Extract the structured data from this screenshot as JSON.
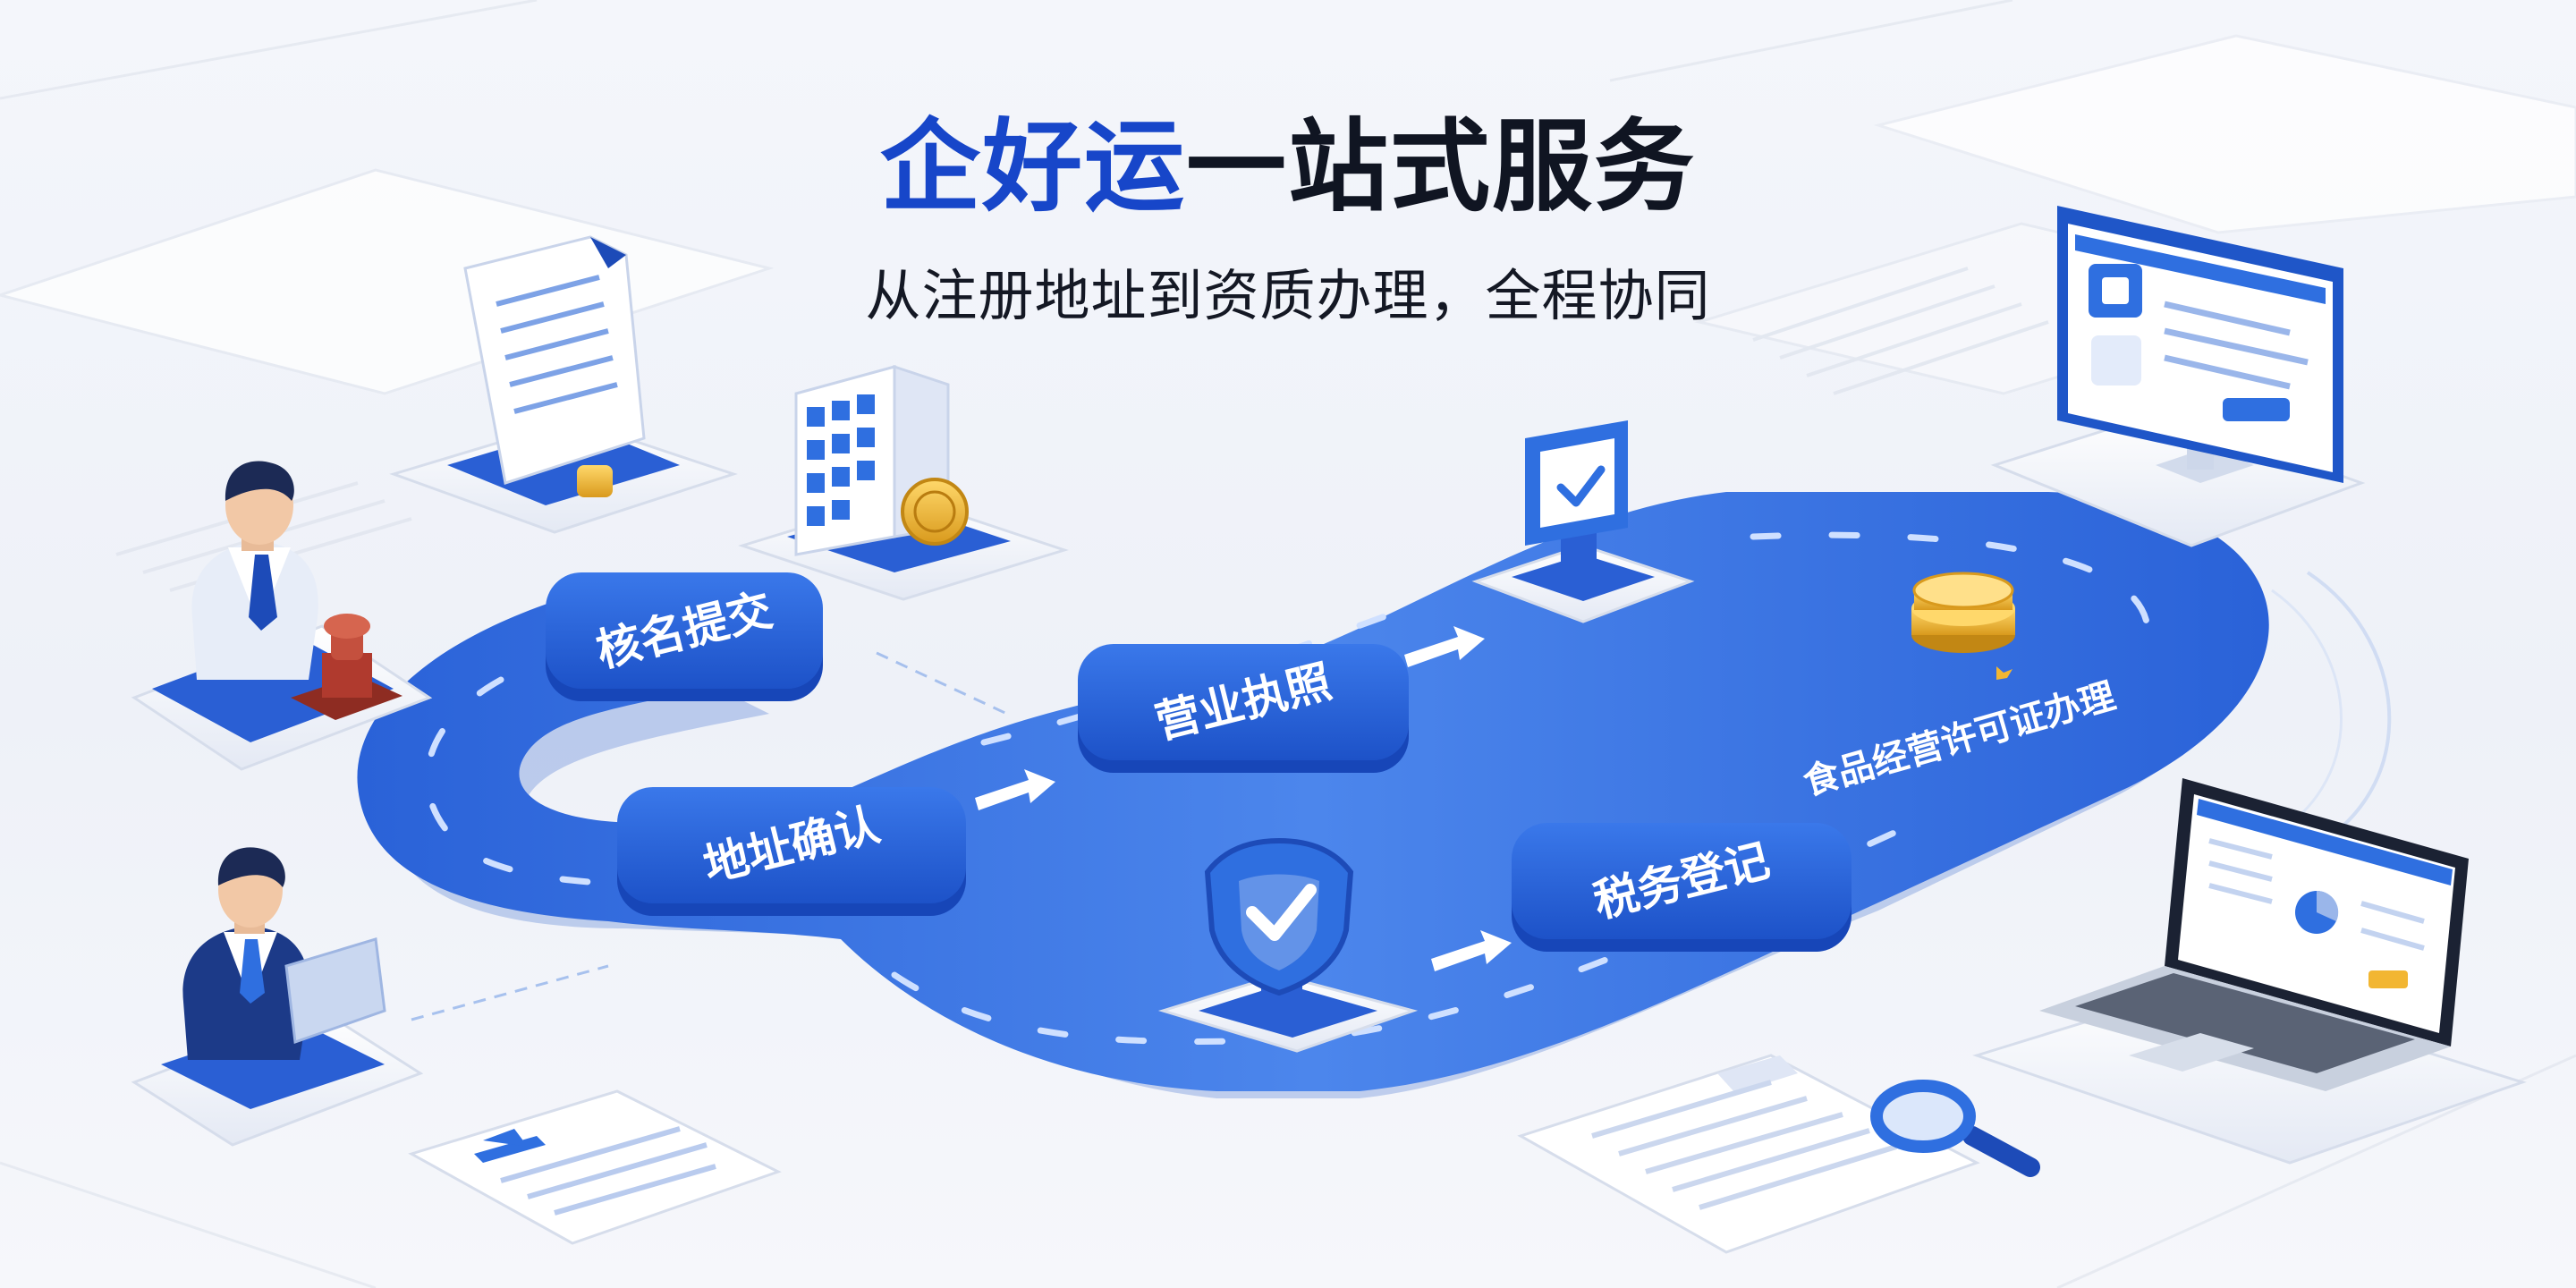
{
  "header": {
    "title_accent": "企好运",
    "title_rest": "一站式服务",
    "subtitle": "从注册地址到资质办理，全程协同"
  },
  "steps": [
    {
      "label": "核名提交"
    },
    {
      "label": "地址确认"
    },
    {
      "label": "营业执照"
    },
    {
      "label": "税务登记"
    },
    {
      "label": "食品经营许可证办理"
    }
  ],
  "colors": {
    "brand_blue": "#1746c9",
    "road_blue": "#2f6fe0",
    "road_light": "#5b95f0",
    "gold": "#f2b632",
    "seal_red": "#b03a2e"
  },
  "icons": [
    "person-icon",
    "stamp-icon",
    "document-icon",
    "building-icon",
    "coin-icon",
    "certificate-icon",
    "shield-check-icon",
    "monitor-icon",
    "laptop-icon",
    "magnifier-icon",
    "arrow-icon",
    "tablet-icon"
  ]
}
